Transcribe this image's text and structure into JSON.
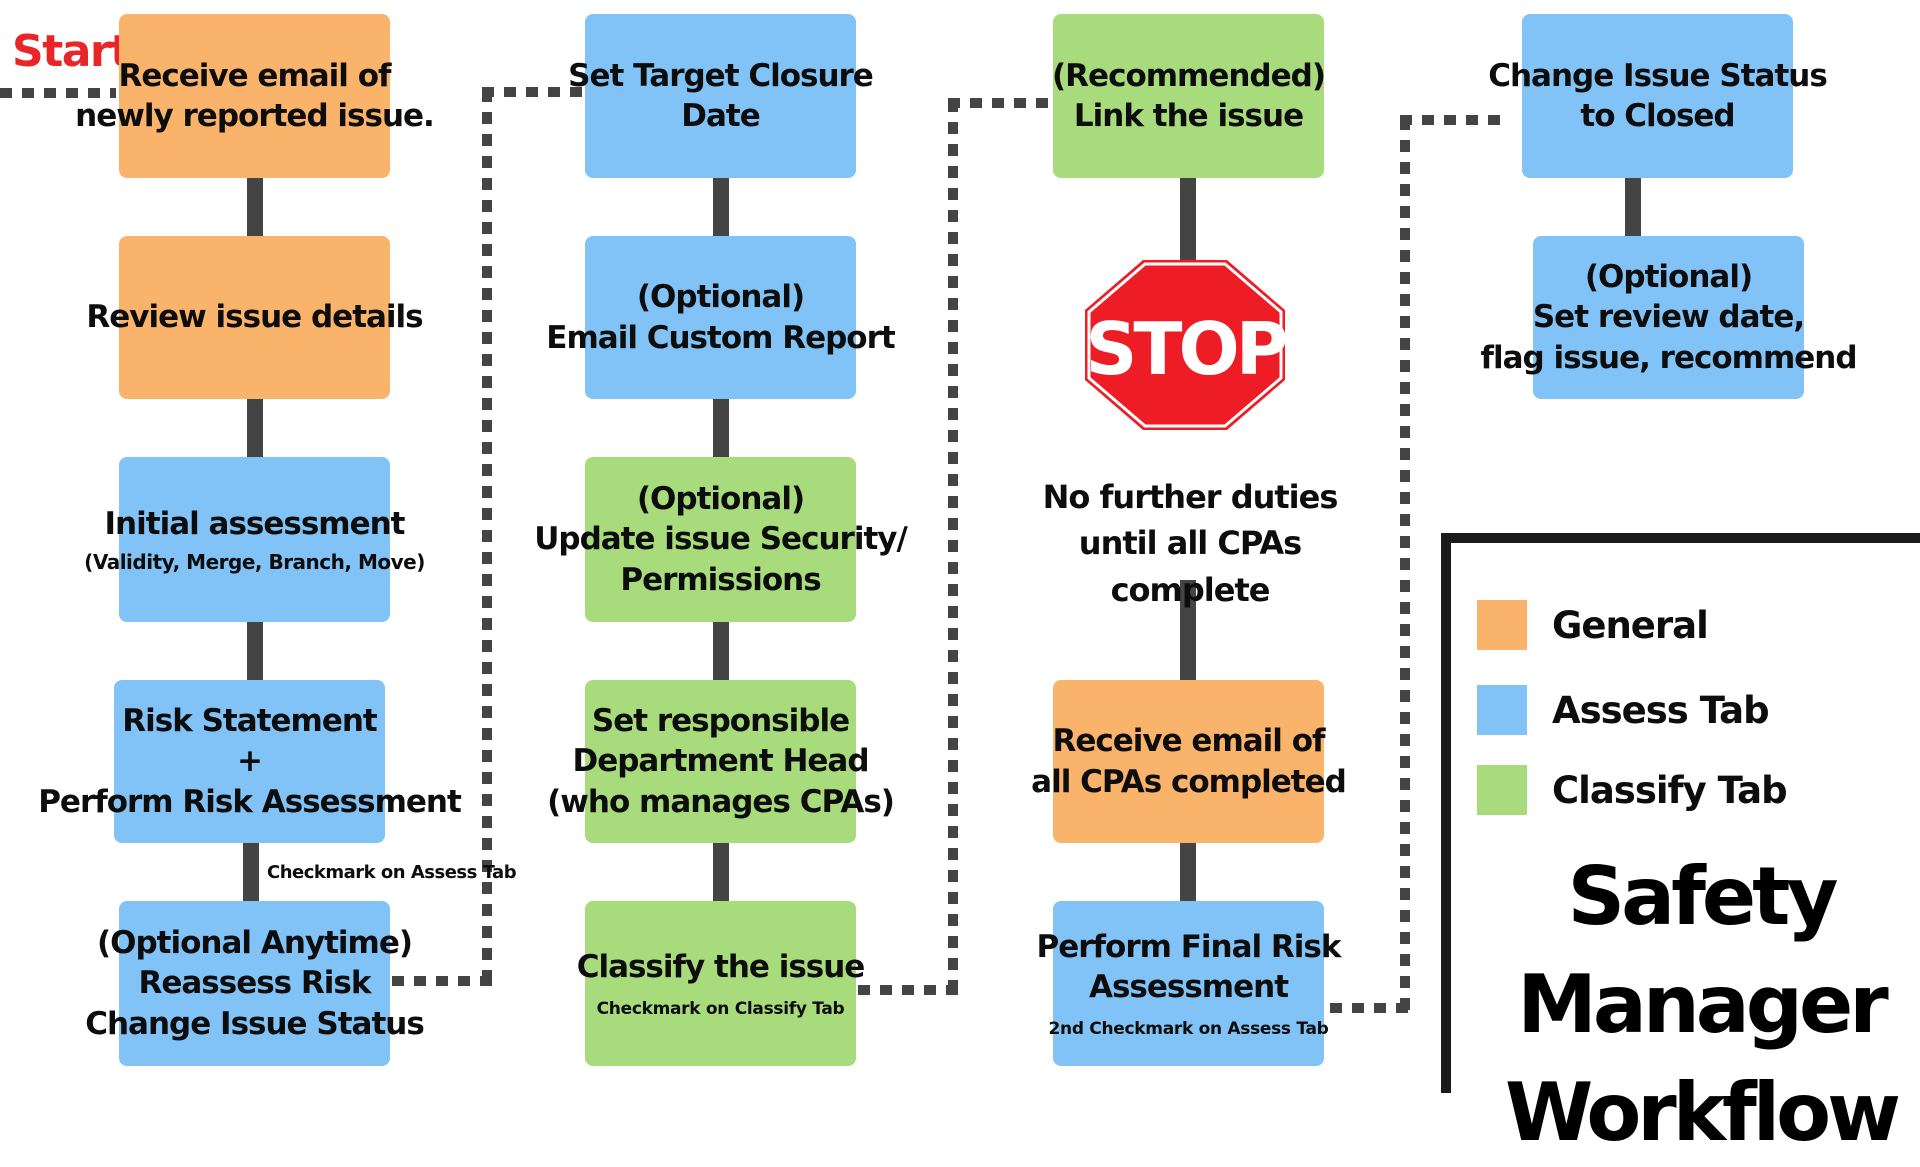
{
  "start_label": "Start",
  "columns": [
    {
      "nodes": [
        {
          "color": "orange",
          "lines": [
            "Receive email of",
            "newly reported issue."
          ]
        },
        {
          "color": "orange",
          "lines": [
            "Review issue details"
          ]
        },
        {
          "color": "blue",
          "lines": [
            "Initial assessment"
          ],
          "small": "(Validity, Merge, Branch, Move)"
        },
        {
          "color": "blue",
          "lines": [
            "Risk Statement",
            "+",
            "Perform Risk Assessment"
          ]
        },
        {
          "color": "blue",
          "lines": [
            "(Optional Anytime)",
            "Reassess Risk",
            "Change Issue Status"
          ]
        }
      ],
      "note": "Checkmark on Assess Tab"
    },
    {
      "nodes": [
        {
          "color": "blue",
          "lines": [
            "Set Target Closure",
            "Date"
          ]
        },
        {
          "color": "blue",
          "lines": [
            "(Optional)",
            "Email Custom Report"
          ]
        },
        {
          "color": "green",
          "lines": [
            "(Optional)",
            "Update issue Security/",
            "Permissions"
          ]
        },
        {
          "color": "green",
          "lines": [
            "Set responsible",
            "Department Head",
            "(who manages CPAs)"
          ]
        },
        {
          "color": "green",
          "lines": [
            "Classify the issue"
          ],
          "tiny": "Checkmark on Classify Tab"
        }
      ]
    },
    {
      "nodes": [
        {
          "color": "green",
          "lines": [
            "(Recommended)",
            "Link the issue"
          ]
        },
        {
          "color": "orange",
          "lines": [
            "Receive email of",
            "all CPAs completed"
          ]
        },
        {
          "color": "blue",
          "lines": [
            "Perform Final Risk",
            "Assessment"
          ],
          "tiny": "2nd Checkmark on Assess Tab"
        }
      ],
      "stop": {
        "sign": "STOP",
        "text": [
          "No further duties",
          "until all CPAs complete"
        ]
      }
    },
    {
      "nodes": [
        {
          "color": "blue",
          "lines": [
            "Change Issue Status",
            "to Closed"
          ]
        },
        {
          "color": "blue",
          "lines": [
            "(Optional)",
            "Set review date,",
            "flag issue, recommend"
          ]
        }
      ]
    }
  ],
  "legend": {
    "items": [
      {
        "label": "General",
        "color": "#f9b36a"
      },
      {
        "label": "Assess Tab",
        "color": "#81c3f7"
      },
      {
        "label": "Classify Tab",
        "color": "#a7db7b"
      }
    ],
    "title": [
      "Safety Manager",
      "Workflow"
    ]
  },
  "colors": {
    "orange": "#f9b36a",
    "blue": "#81c3f7",
    "green": "#a7db7b",
    "start": "#e8262a",
    "stop": "#ee1c25"
  }
}
